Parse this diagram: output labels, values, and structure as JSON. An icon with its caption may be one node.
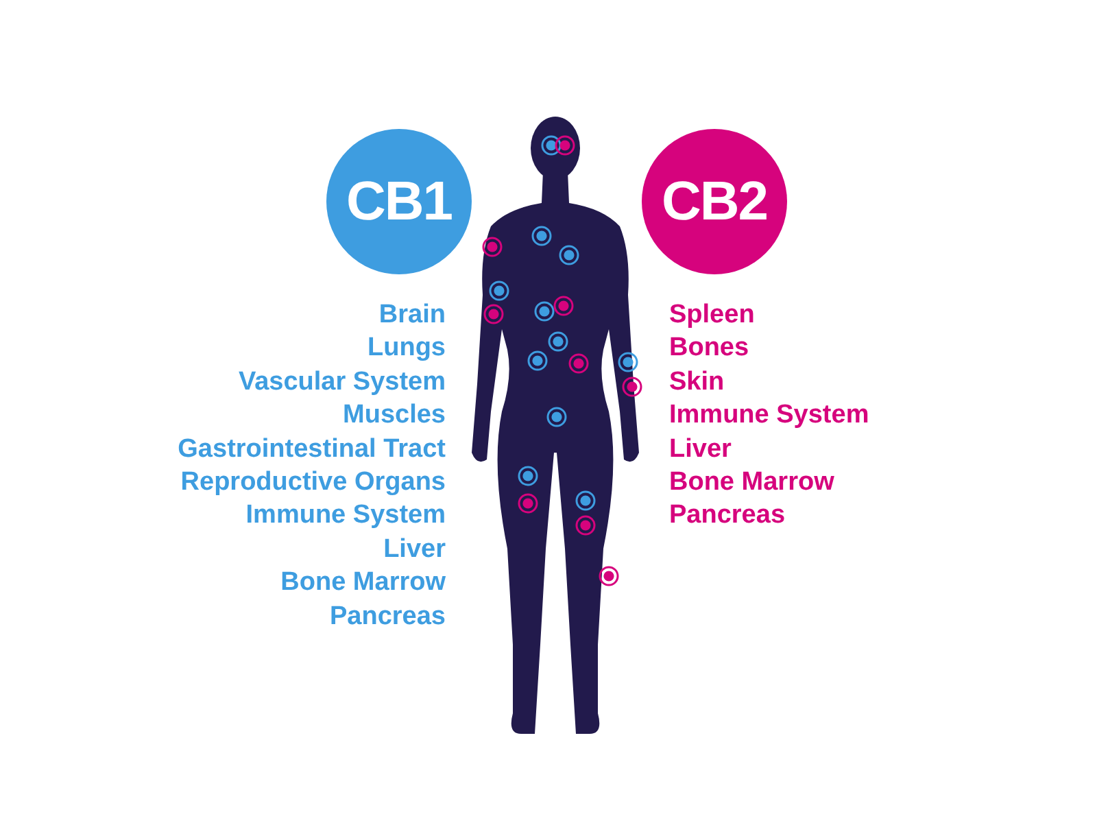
{
  "diagram": {
    "nodes": [
      {
        "text": [
          "CB1"
        ],
        "beside": [
          "Brain",
          "Lungs",
          "Vascular System",
          "Muscles",
          "Gastrointestinal Tract",
          "Reproductive Organs",
          "Immune System",
          "Liver",
          "Bone Marrow",
          "Pancreas"
        ]
      },
      {
        "text": [
          "CB2"
        ],
        "beside": [
          "Spleen",
          "Bones",
          "Skin",
          "Immune System",
          "Liver",
          "Bone Marrow",
          "Pancreas"
        ]
      }
    ]
  }
}
